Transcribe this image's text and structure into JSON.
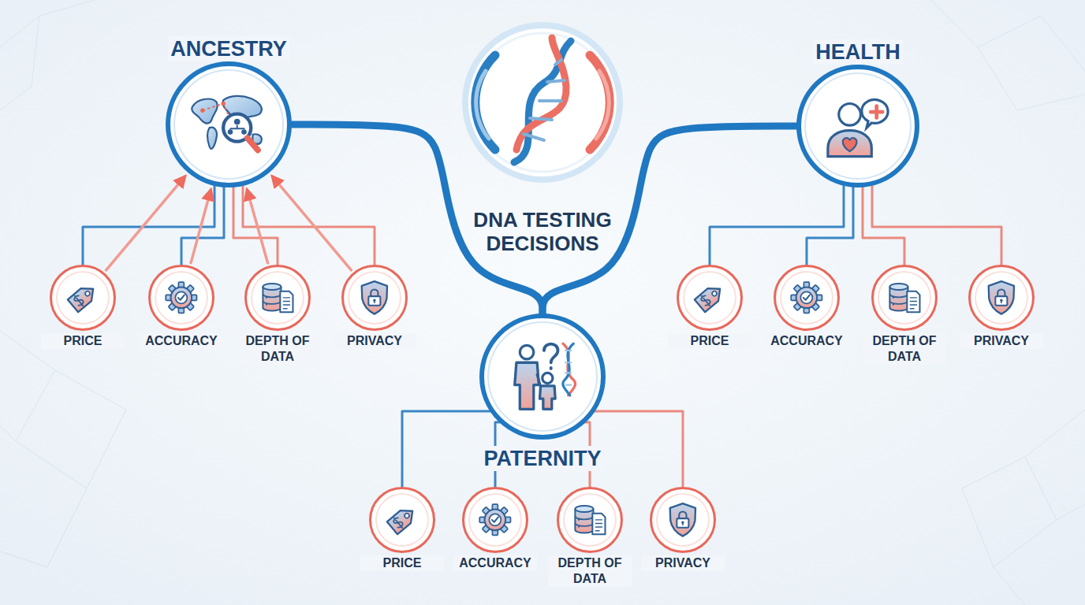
{
  "diagram": {
    "title": "DNA TESTING DECISIONS",
    "nodes": [
      {
        "text": [
          "ANCESTRY"
        ]
      },
      {
        "text": [
          "PRICE"
        ]
      },
      {
        "text": [
          "ACCURACY"
        ]
      },
      {
        "text": [
          "DEPTH OF DATA"
        ]
      },
      {
        "text": [
          "PRIVACY"
        ]
      },
      {
        "text": [
          "HEALTH"
        ]
      },
      {
        "text": [
          "PRICE"
        ]
      },
      {
        "text": [
          "ACCURACY"
        ]
      },
      {
        "text": [
          "DEPTH OF DATA"
        ]
      },
      {
        "text": [
          "PRIVACY"
        ]
      },
      {
        "text": [
          "PATERNITY"
        ]
      },
      {
        "text": [
          "PRICE"
        ]
      },
      {
        "text": [
          "ACCURACY"
        ]
      },
      {
        "text": [
          "DEPTH OF DATA"
        ]
      },
      {
        "text": [
          "PRIVACY"
        ]
      }
    ],
    "edges": [
      {
        "from": 0,
        "to": 1,
        "arrow": "none"
      },
      {
        "from": 0,
        "to": 2,
        "arrow": "none"
      },
      {
        "from": 0,
        "to": 3,
        "arrow": "none"
      },
      {
        "from": 0,
        "to": 4,
        "arrow": "none"
      },
      {
        "from": 1,
        "to": 0,
        "arrow": "to"
      },
      {
        "from": 2,
        "to": 0,
        "arrow": "to"
      },
      {
        "from": 3,
        "to": 0,
        "arrow": "to"
      },
      {
        "from": 4,
        "to": 0,
        "arrow": "to"
      },
      {
        "from": 0,
        "to": 10,
        "arrow": "none"
      },
      {
        "from": 5,
        "to": 10,
        "arrow": "none"
      },
      {
        "from": 5,
        "to": 6,
        "arrow": "none"
      },
      {
        "from": 5,
        "to": 7,
        "arrow": "none"
      },
      {
        "from": 5,
        "to": 8,
        "arrow": "none"
      },
      {
        "from": 5,
        "to": 9,
        "arrow": "none"
      },
      {
        "from": 10,
        "to": 11,
        "arrow": "none"
      },
      {
        "from": 10,
        "to": 12,
        "arrow": "none"
      },
      {
        "from": 10,
        "to": 13,
        "arrow": "none"
      },
      {
        "from": 10,
        "to": 14,
        "arrow": "none"
      }
    ]
  }
}
